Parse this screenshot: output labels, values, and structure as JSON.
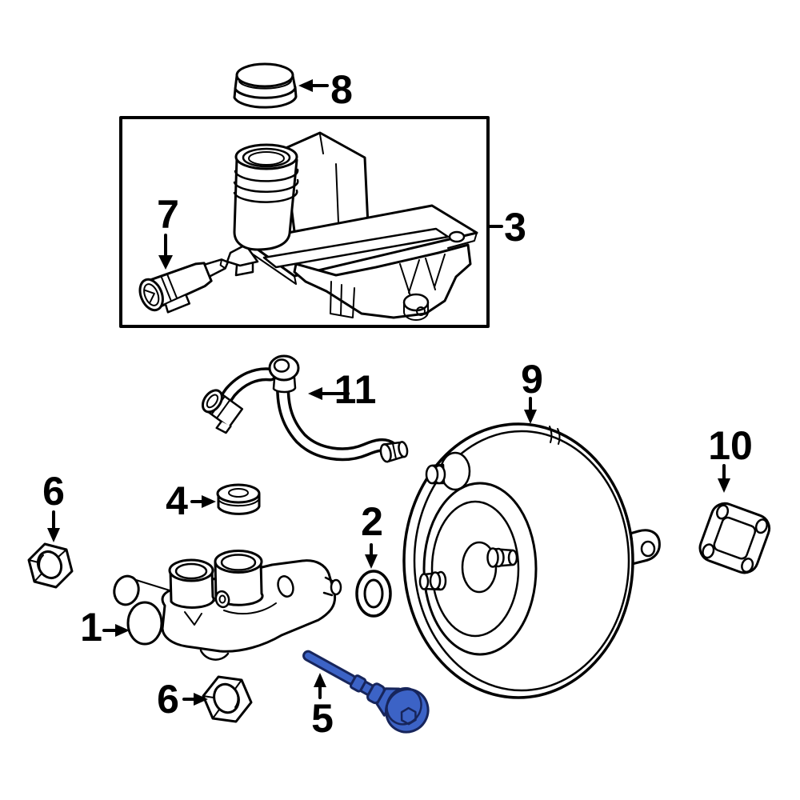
{
  "diagram": {
    "background": "#ffffff",
    "line_color": "#000000",
    "highlight": {
      "fill": "#3c63c6",
      "stroke": "#17255b"
    },
    "callouts": [
      {
        "label": "1"
      },
      {
        "label": "2"
      },
      {
        "label": "3"
      },
      {
        "label": "4"
      },
      {
        "label": "5"
      },
      {
        "label": "6"
      },
      {
        "label": "6"
      },
      {
        "label": "7"
      },
      {
        "label": "8"
      },
      {
        "label": "9"
      },
      {
        "label": "10"
      },
      {
        "label": "11"
      }
    ]
  }
}
